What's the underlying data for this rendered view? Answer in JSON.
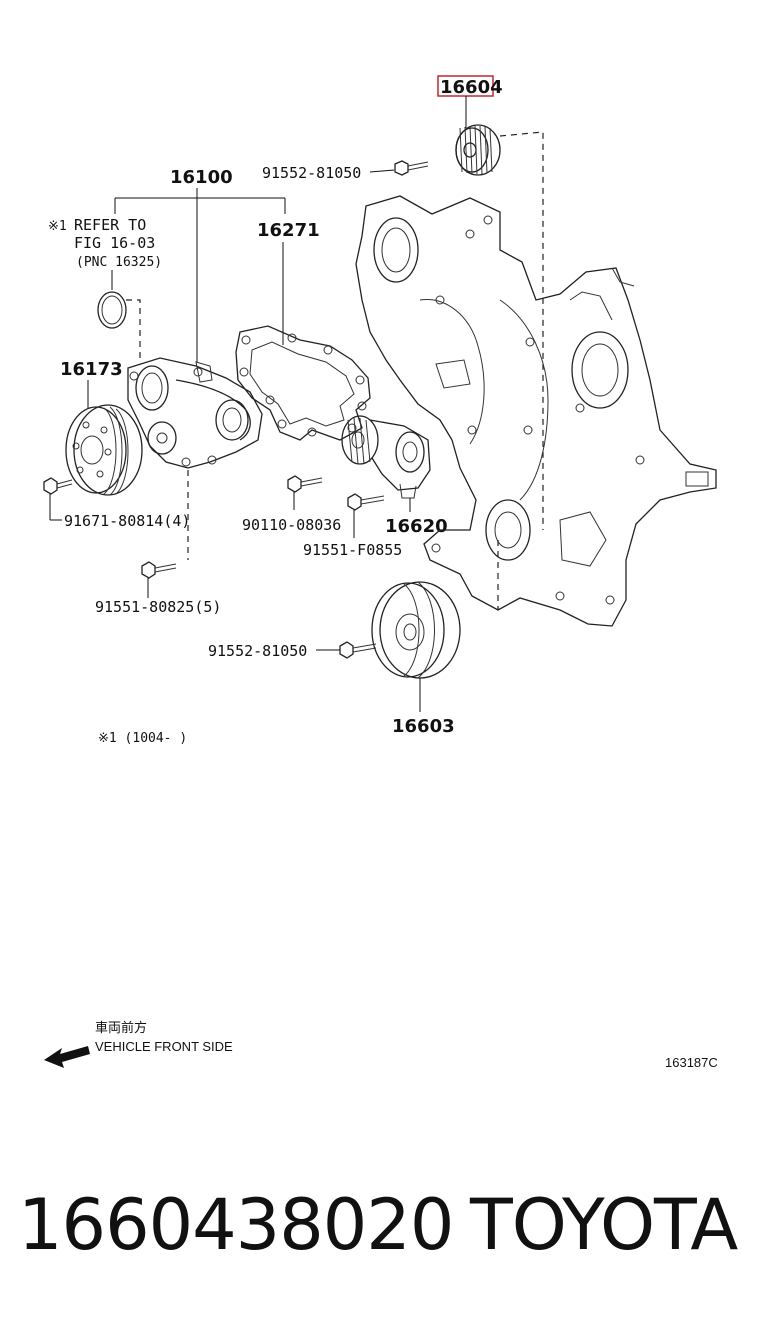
{
  "callouts": {
    "p16604": "16604",
    "bolt_91552_top": "91552-81050",
    "p16100": "16100",
    "refer_mark": "※1",
    "refer_line1": "REFER TO",
    "refer_line2": "FIG 16-03",
    "refer_line3": "(PNC 16325)",
    "p16271": "16271",
    "p16173": "16173",
    "bolt_91671": "91671-80814(4)",
    "bolt_90110": "90110-08036",
    "p16620": "16620",
    "bolt_91551_f": "91551-F0855",
    "bolt_91551_80825": "91551-80825(5)",
    "bolt_91552_bottom": "91552-81050",
    "p16603": "16603",
    "footnote": "※1 (1004-    )"
  },
  "direction": {
    "japanese": "車両前方",
    "english": "VEHICLE FRONT SIDE"
  },
  "figure_code": "163187C",
  "footer": {
    "part_number": "1660438020",
    "brand": "TOYOTA"
  },
  "colors": {
    "highlight": "#c0282e",
    "line": "#222222"
  }
}
